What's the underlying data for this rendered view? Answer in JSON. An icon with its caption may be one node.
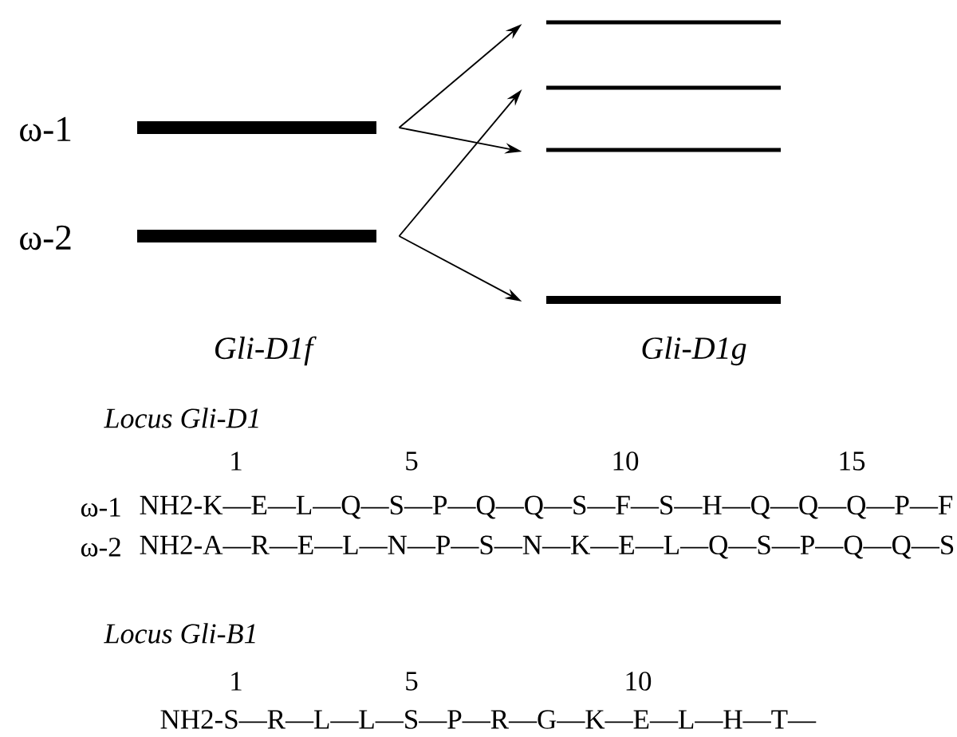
{
  "diagram": {
    "nodes": [
      {
        "text": [],
        "shape": "bar",
        "beside": [
          "ω-1"
        ]
      },
      {
        "text": [],
        "shape": "bar",
        "beside": [
          "ω-2"
        ]
      },
      {
        "text": [],
        "shape": "bar"
      },
      {
        "text": [],
        "shape": "bar"
      },
      {
        "text": [],
        "shape": "bar"
      },
      {
        "text": [],
        "shape": "bar"
      }
    ],
    "edges": [
      {
        "from": 0,
        "to": 2,
        "arrow": "to"
      },
      {
        "from": 0,
        "to": 4,
        "arrow": "to"
      },
      {
        "from": 1,
        "to": 3,
        "arrow": "to"
      },
      {
        "from": 1,
        "to": 5,
        "arrow": "to"
      }
    ],
    "labels": [
      "Gli-D1f",
      "Gli-D1g",
      "Locus Gli-D1",
      "1",
      "5",
      "10",
      "15",
      "ω-1",
      "NH2-K—E—L—Q—S—P—Q—Q—S—F—S—H—Q—Q—Q—P—F",
      "ω-2",
      "NH2-A—R—E—L—N—P—S—N—K—E—L—Q—S—P—Q—Q—S",
      "Locus Gli-B1",
      "1",
      "5",
      "10",
      "NH2-S—R—L—L—S—P—R—G—K—E—L—H—T—"
    ]
  }
}
